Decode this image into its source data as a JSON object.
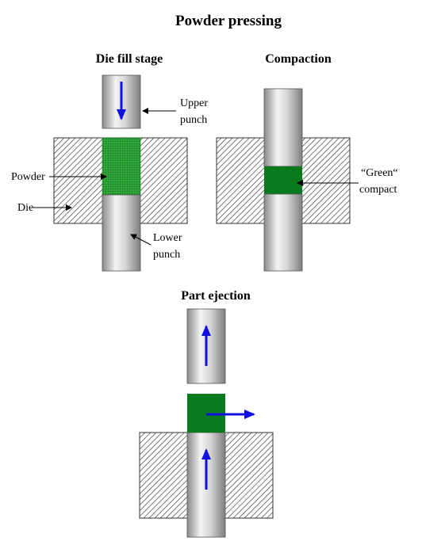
{
  "title": "Powder pressing",
  "stages": {
    "die_fill": {
      "title": "Die fill stage"
    },
    "compaction": {
      "title": "Compaction"
    },
    "ejection": {
      "title": "Part ejection"
    }
  },
  "labels": {
    "upper_punch_1": "Upper",
    "upper_punch_2": "punch",
    "powder": "Powder",
    "die": "Die",
    "lower_punch_1": "Lower",
    "lower_punch_2": "punch",
    "green_1": "“Green“",
    "green_2": "compact"
  },
  "colors": {
    "arrow": "#1010e0",
    "powder": "#2fa83a",
    "compact": "#0a7a1e",
    "die_hatch": "#333333",
    "punch_light": "#f4f4f4",
    "punch_dark": "#8a8a8a"
  }
}
